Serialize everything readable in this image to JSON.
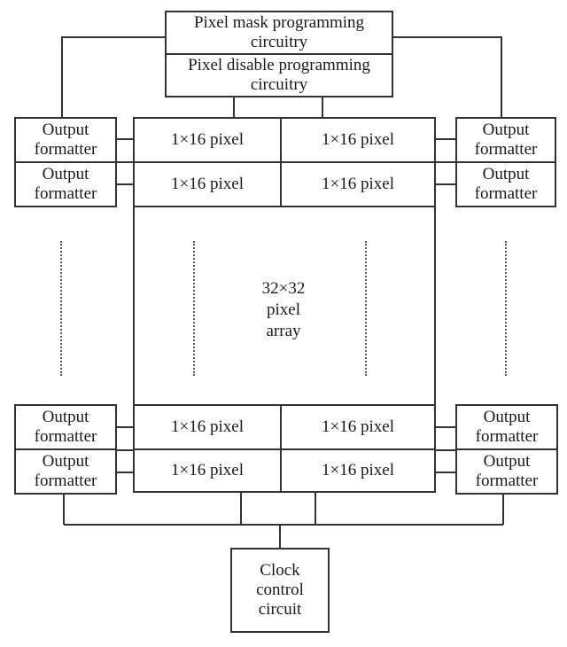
{
  "top_blocks": {
    "mask": "Pixel mask programming circuitry",
    "disable": "Pixel disable programming circuitry"
  },
  "array": {
    "label": "32×32 pixel array"
  },
  "pixel_row_label": "1×16 pixel",
  "output_formatter_label": "Output formatter",
  "clock": {
    "label": "Clock control circuit"
  }
}
